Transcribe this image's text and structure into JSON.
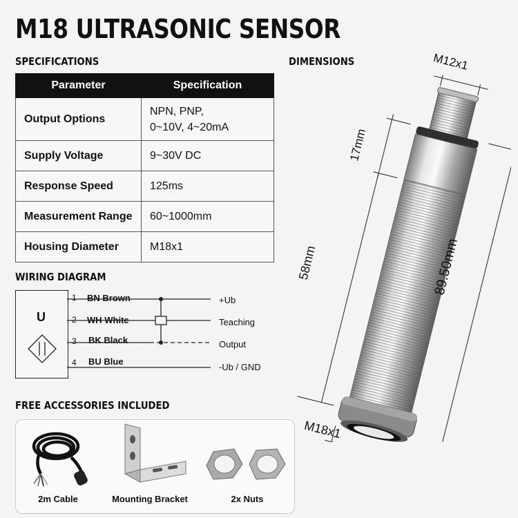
{
  "title": "M18 ULTRASONIC SENSOR",
  "sections": {
    "specifications": "SPECIFICATIONS",
    "dimensions": "DIMENSIONS",
    "wiring": "WIRING DIAGRAM",
    "accessories": "FREE ACCESSORIES INCLUDED"
  },
  "spec_table": {
    "headers": [
      "Parameter",
      "Specification"
    ],
    "rows": [
      {
        "param": "Output Options",
        "value_line1": "NPN, PNP,",
        "value_line2": "0~10V, 4~20mA"
      },
      {
        "param": "Supply Voltage",
        "value_line1": "9~30V DC"
      },
      {
        "param": "Response Speed",
        "value_line1": "125ms"
      },
      {
        "param": "Measurement Range",
        "value_line1": "60~1000mm"
      },
      {
        "param": "Housing Diameter",
        "value_line1": "M18x1"
      }
    ]
  },
  "wiring": {
    "symbol": "U",
    "wires": [
      {
        "num": "1",
        "name": "BN Brown",
        "signal": "+Ub"
      },
      {
        "num": "2",
        "name": "WH White",
        "signal": "Teaching"
      },
      {
        "num": "3",
        "name": "BK Black",
        "signal": "Output"
      },
      {
        "num": "4",
        "name": "BU Blue",
        "signal": "-Ub / GND"
      }
    ]
  },
  "dimensions": {
    "connector": "M12x1",
    "collar": "17mm",
    "thread": "58mm",
    "total": "89.50mm",
    "housing": "M18x1"
  },
  "accessories": [
    {
      "label": "2m Cable",
      "icon": "cable-icon"
    },
    {
      "label": "Mounting Bracket",
      "icon": "bracket-icon"
    },
    {
      "label": "2x Nuts",
      "icon": "nut-icon"
    }
  ]
}
